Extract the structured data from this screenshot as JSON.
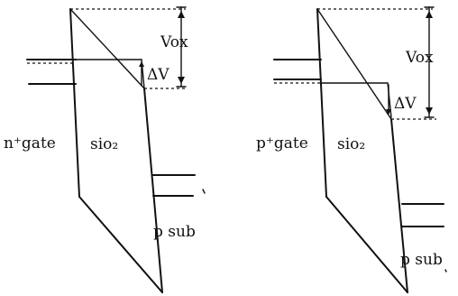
{
  "left_panel": {
    "gate_label": "n⁺gate",
    "oxide_label": "sio₂",
    "substrate_label": "p sub",
    "vox_label": "Vox",
    "delta_v_label": "ΔV"
  },
  "right_panel": {
    "gate_label": "p⁺gate",
    "oxide_label": "sio₂",
    "substrate_label": "p sub",
    "vox_label": "Vox",
    "delta_v_label": "ΔV"
  }
}
